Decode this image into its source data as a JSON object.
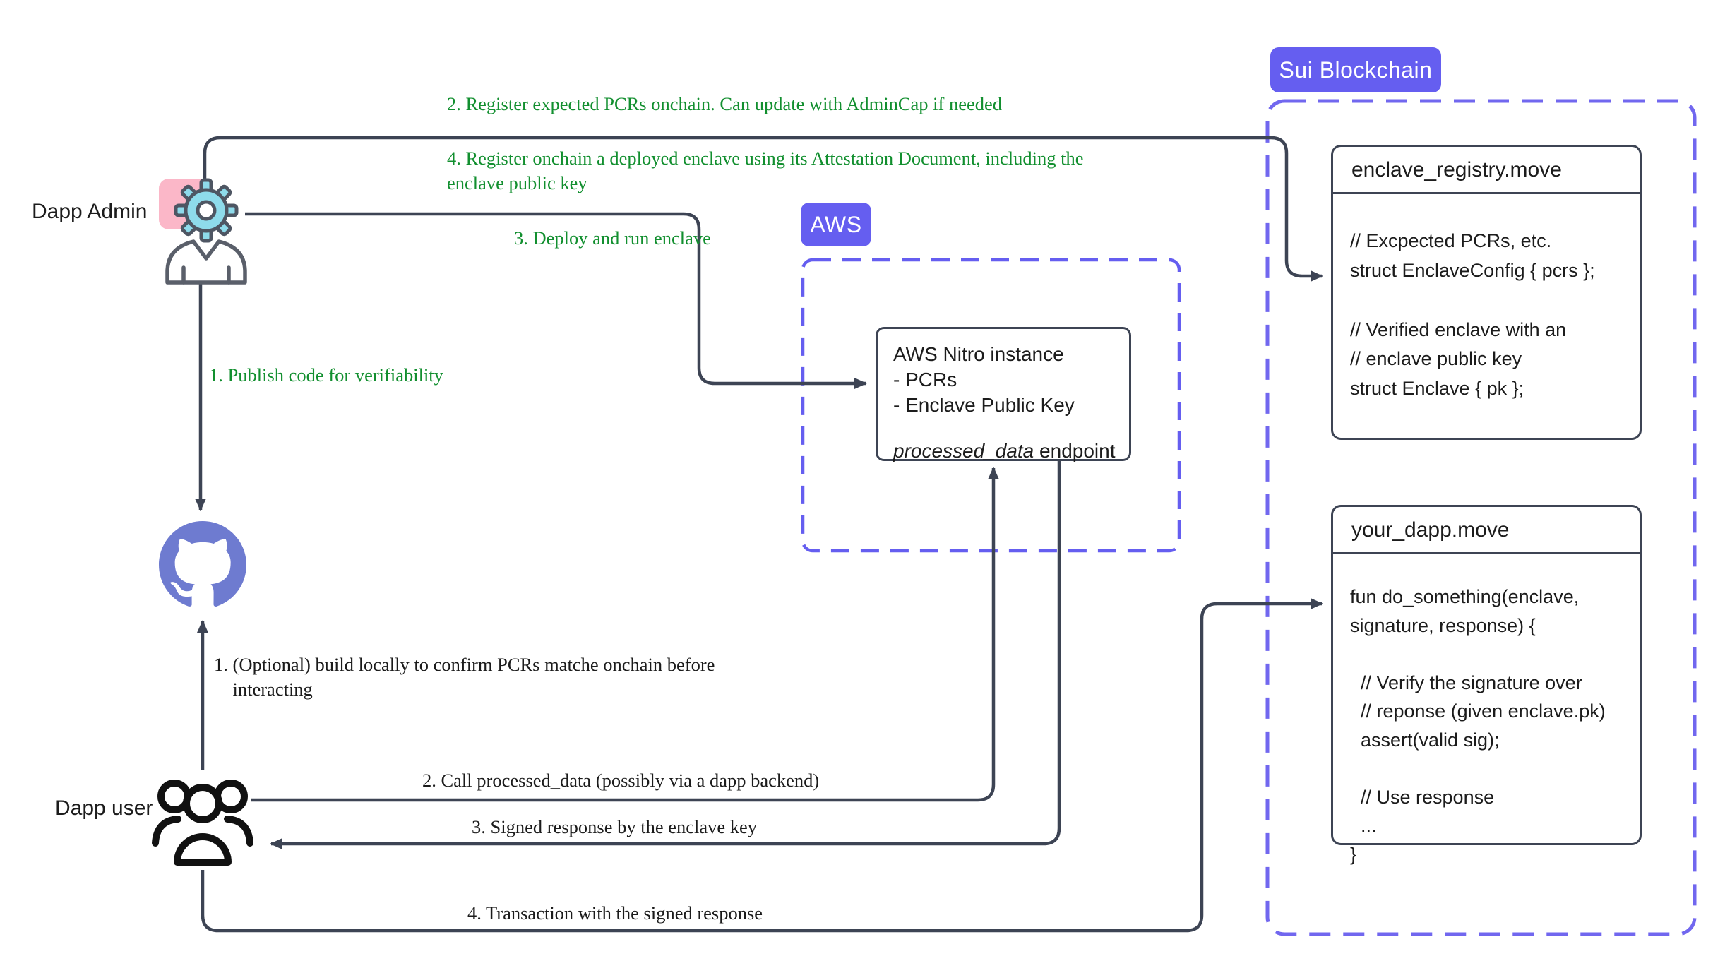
{
  "labels": {
    "dapp_admin": "Dapp Admin",
    "dapp_user": "Dapp user"
  },
  "badges": {
    "aws": "AWS",
    "sui": "Sui Blockchain"
  },
  "annotations": {
    "publish": "1. Publish code for verifiability",
    "register_pcrs": "2. Register expected PCRs onchain. Can update with AdminCap if needed",
    "register_enclave": [
      "4. Register onchain a deployed enclave using its Attestation Document, including the",
      "enclave public key"
    ],
    "deploy": "3. Deploy and run enclave",
    "build_locally": [
      "1. (Optional) build locally to confirm PCRs matche onchain before",
      "    interacting"
    ],
    "call": "2. Call processed_data (possibly via a dapp backend)",
    "signed": "3. Signed response by the enclave key",
    "transaction": "4. Transaction with the signed response"
  },
  "aws_nitro_box": {
    "title": "AWS Nitro instance",
    "lines": [
      "- PCRs",
      "- Enclave Public Key"
    ],
    "endpoint_italic": "processed_data",
    "endpoint_rest": " endpoint"
  },
  "enclave_registry_box": {
    "title": "enclave_registry.move",
    "code": [
      "// Excpected PCRs, etc.",
      "struct EnclaveConfig { pcrs };",
      "",
      "// Verified enclave with an",
      "// enclave public key",
      "struct Enclave { pk };"
    ]
  },
  "your_dapp_box": {
    "title": "your_dapp.move",
    "code": [
      "fun do_something(enclave,",
      "signature, response) {",
      "",
      "  // Verify the signature over",
      "  // reponse (given enclave.pk)",
      "  assert(valid sig);",
      "",
      "  // Use response",
      "  ...",
      "}"
    ]
  },
  "colors": {
    "line": "#3d4454",
    "annotation_green": "#128f2f",
    "purple": "#655ef0",
    "github_blue": "#6e7bd0",
    "gear_cyan": "#8edbeb",
    "pink": "#fbb7c8"
  }
}
